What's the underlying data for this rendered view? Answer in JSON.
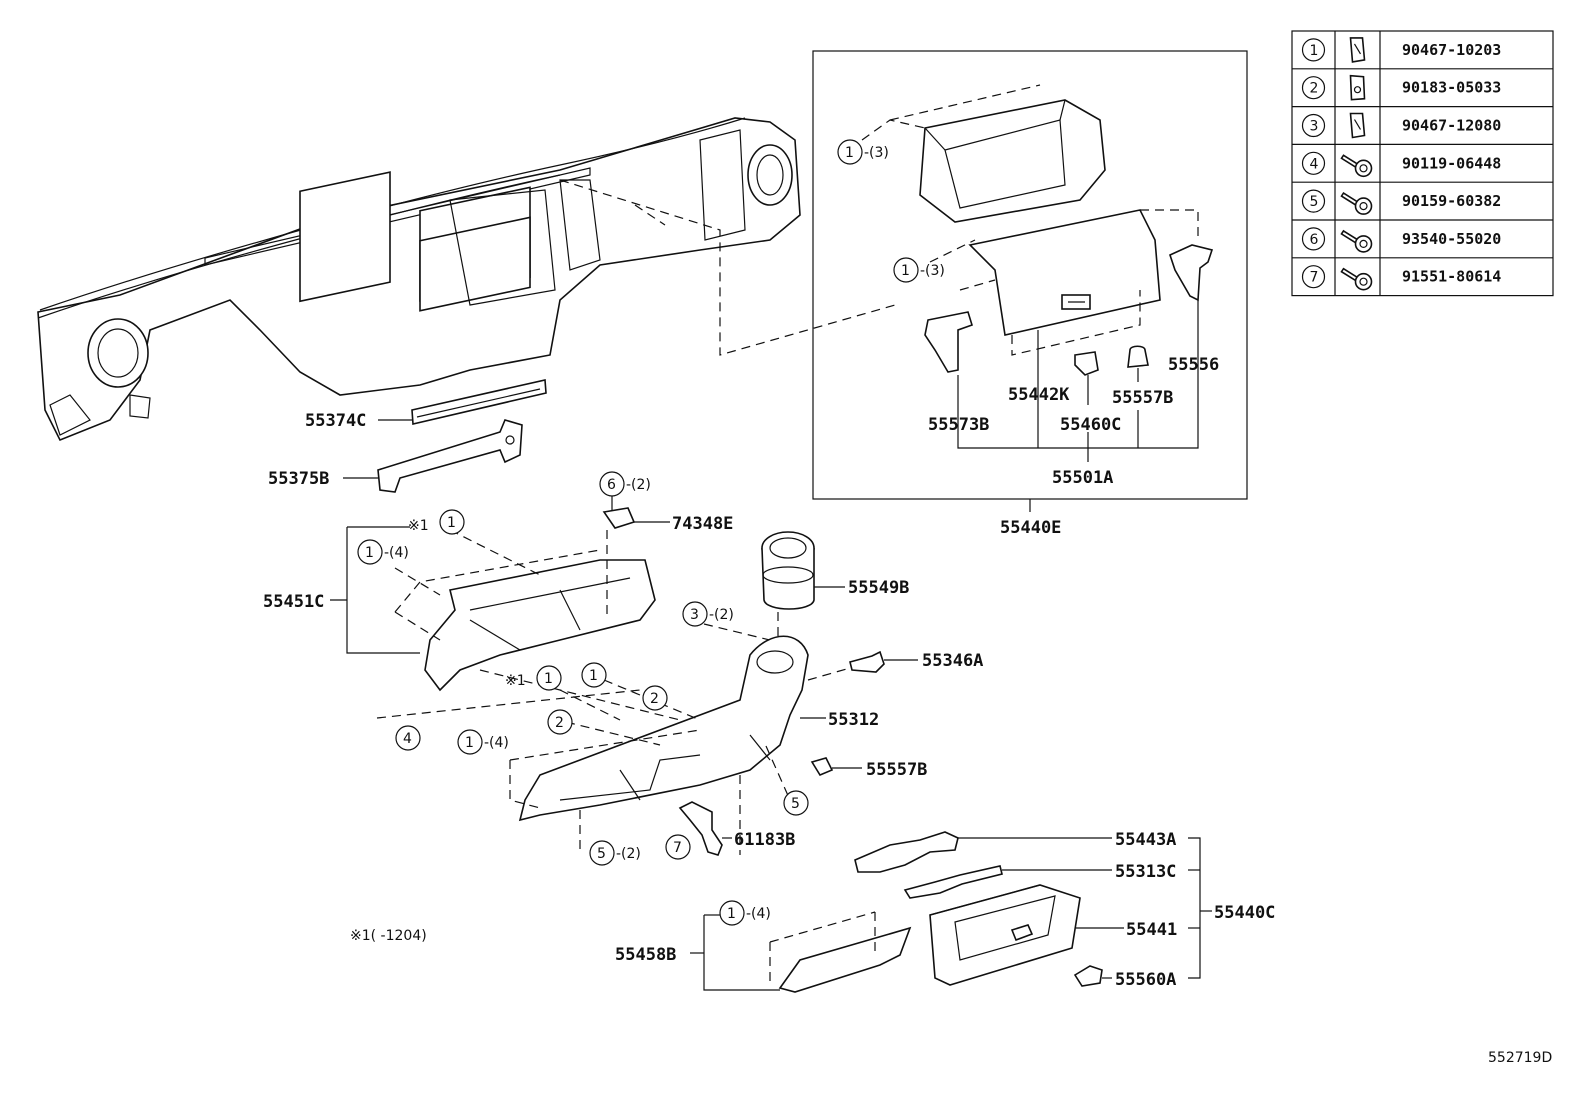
{
  "note": "※1(   -1204)",
  "figure_id": "552719D",
  "fastener_table": [
    {
      "n": "1",
      "pn": "90467-10203",
      "icon": "clip-icon"
    },
    {
      "n": "2",
      "pn": "90183-05033",
      "icon": "nut-icon"
    },
    {
      "n": "3",
      "pn": "90467-12080",
      "icon": "clip-icon"
    },
    {
      "n": "4",
      "pn": "90119-06448",
      "icon": "bolt-icon"
    },
    {
      "n": "5",
      "pn": "90159-60382",
      "icon": "bolt-icon"
    },
    {
      "n": "6",
      "pn": "93540-55020",
      "icon": "screw-icon"
    },
    {
      "n": "7",
      "pn": "91551-80614",
      "icon": "bolt-icon"
    }
  ],
  "parts": {
    "p55374C": "55374C",
    "p55375B": "55375B",
    "p74348E": "74348E",
    "p55451C": "55451C",
    "p55549B": "55549B",
    "p55346A": "55346A",
    "p55312": "55312",
    "p55557B_lower": "55557B",
    "p61183B": "61183B",
    "p55443A": "55443A",
    "p55313C": "55313C",
    "p55440C": "55440C",
    "p55441": "55441",
    "p55458B": "55458B",
    "p55560A": "55560A",
    "p55556": "55556",
    "p55442K": "55442K",
    "p55557B_upper": "55557B",
    "p55573B": "55573B",
    "p55460C": "55460C",
    "p55501A": "55501A",
    "p55440E": "55440E"
  },
  "callouts": {
    "c1_3_a": {
      "n": "1",
      "q": "-(3)"
    },
    "c1_3_b": {
      "n": "1",
      "q": "-(3)"
    },
    "c6_2": {
      "n": "6",
      "q": "-(2)"
    },
    "c1_top": {
      "n": "1",
      "mark": "※1"
    },
    "c1_4_a": {
      "n": "1",
      "q": "-(4)"
    },
    "c3_2": {
      "n": "3",
      "q": "-(2)"
    },
    "c1_mid": {
      "n": "1",
      "mark": "※1"
    },
    "c1_mid2": {
      "n": "1"
    },
    "c2_a": {
      "n": "2"
    },
    "c2_b": {
      "n": "2"
    },
    "c4": {
      "n": "4"
    },
    "c1_4_b": {
      "n": "1",
      "q": "-(4)"
    },
    "c5": {
      "n": "5"
    },
    "c5_2": {
      "n": "5",
      "q": "-(2)"
    },
    "c7": {
      "n": "7"
    },
    "c1_4_c": {
      "n": "1",
      "q": "-(4)"
    }
  }
}
